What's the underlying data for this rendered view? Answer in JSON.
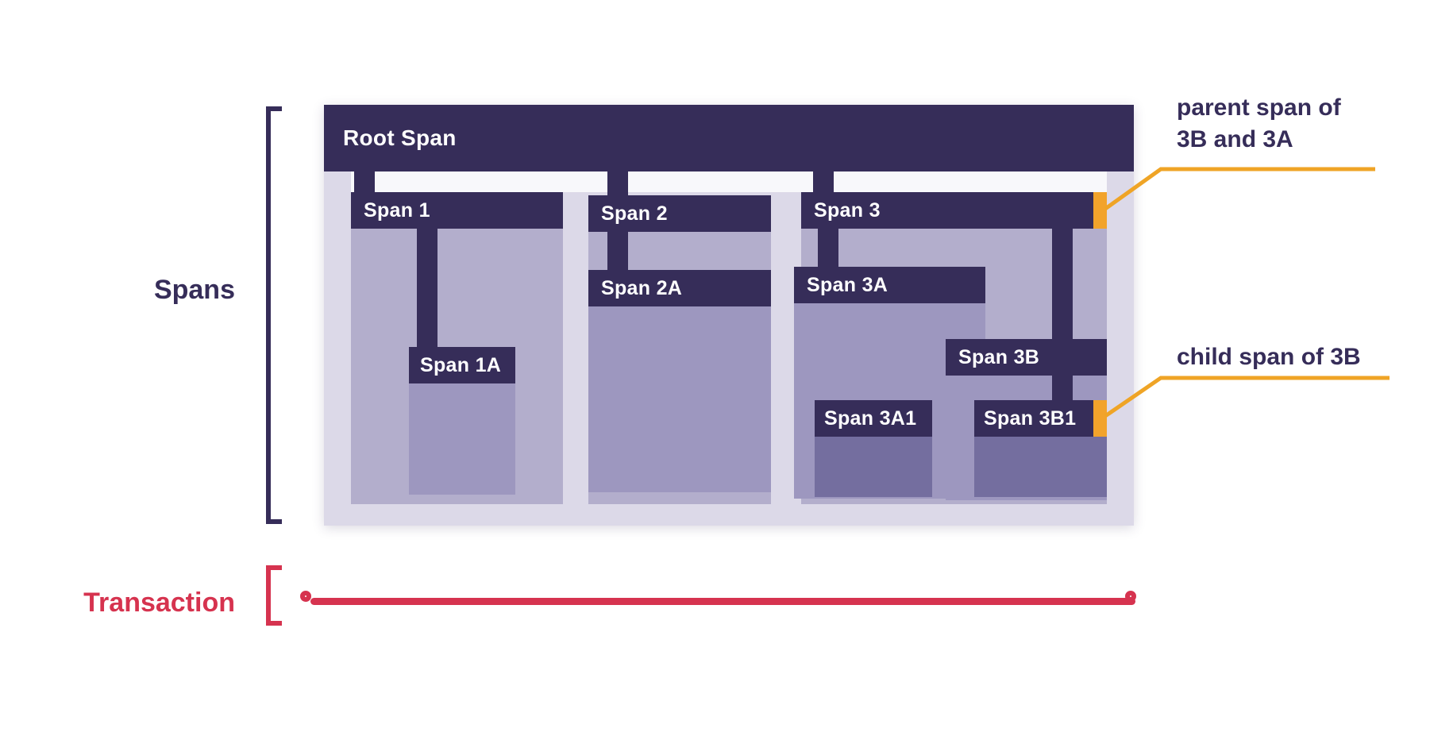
{
  "side": {
    "spans_label": "Spans",
    "transaction_label": "Transaction"
  },
  "spans": {
    "root": "Root Span",
    "s1": "Span 1",
    "s1a": "Span 1A",
    "s2": "Span 2",
    "s2a": "Span 2A",
    "s3": "Span 3",
    "s3a": "Span 3A",
    "s3a1": "Span 3A1",
    "s3b": "Span 3B",
    "s3b1": "Span 3B1"
  },
  "annotations": {
    "parent_line1": "parent span of",
    "parent_line2": "3B and 3A",
    "child": "child span of 3B"
  },
  "span_tree": {
    "name": "Root Span",
    "children": [
      {
        "name": "Span 1",
        "children": [
          {
            "name": "Span 1A",
            "children": []
          }
        ]
      },
      {
        "name": "Span 2",
        "children": [
          {
            "name": "Span 2A",
            "children": []
          }
        ]
      },
      {
        "name": "Span 3",
        "children": [
          {
            "name": "Span 3A",
            "children": [
              {
                "name": "Span 3A1",
                "children": []
              }
            ]
          },
          {
            "name": "Span 3B",
            "children": [
              {
                "name": "Span 3B1",
                "children": []
              }
            ]
          }
        ]
      }
    ]
  },
  "colors": {
    "navy": "#362D59",
    "panel": "#DCD9E8",
    "level1": "#B3AECC",
    "level2": "#9D97BF",
    "level3": "#746E9F",
    "red": "#D6334F",
    "yellow": "#EFA426",
    "orange": "#F2A32B"
  }
}
